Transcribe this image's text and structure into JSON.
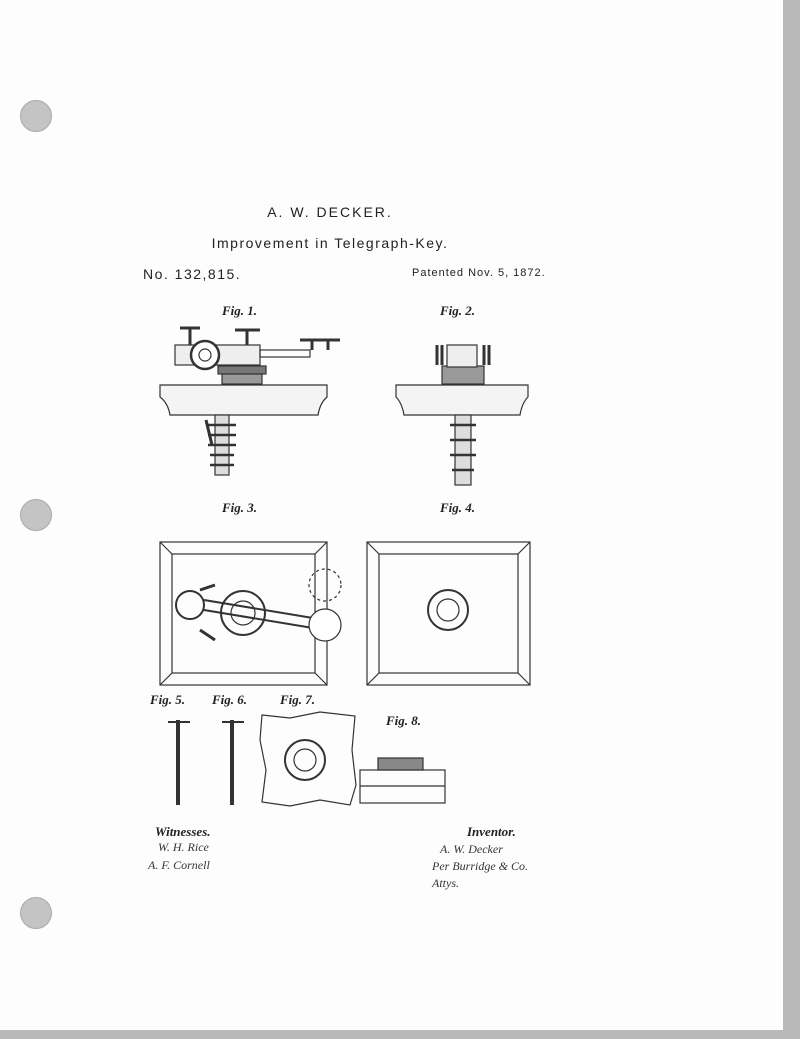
{
  "patent": {
    "inventor_name": "A. W. DECKER.",
    "title": "Improvement in Telegraph-Key.",
    "number": "No. 132,815.",
    "date": "Patented Nov. 5, 1872."
  },
  "figures": [
    "Fig. 1.",
    "Fig. 2.",
    "Fig. 3.",
    "Fig. 4.",
    "Fig. 5.",
    "Fig. 6.",
    "Fig. 7.",
    "Fig. 8."
  ],
  "witnesses": {
    "heading": "Witnesses.",
    "signatures": [
      "W. H. Rice",
      "A. F. Cornell"
    ]
  },
  "inventor": {
    "heading": "Inventor.",
    "signatures": [
      "A. W. Decker",
      "Per Burridge & Co.",
      "Attys."
    ]
  }
}
